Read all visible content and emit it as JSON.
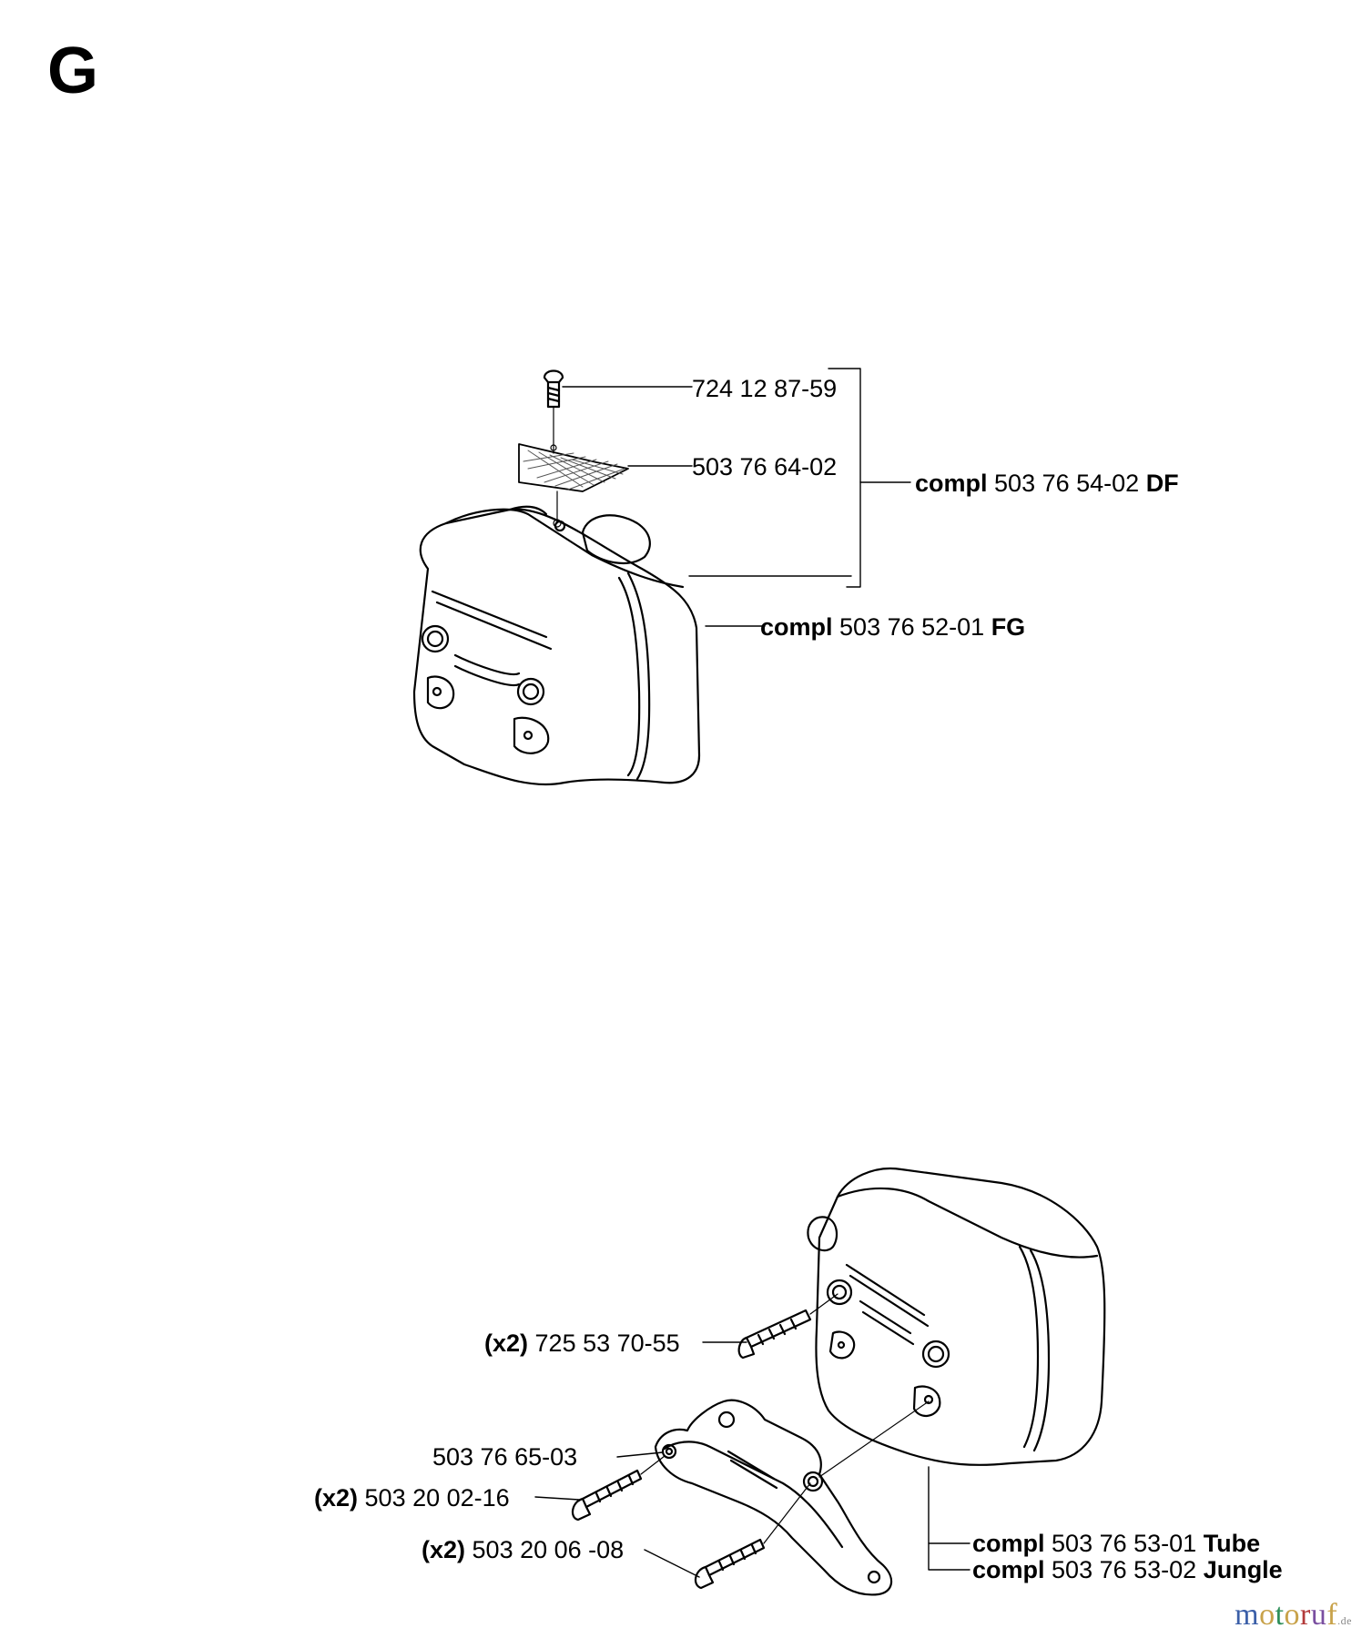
{
  "section_letter": "G",
  "upper_assembly": {
    "screw_part": "724 12 87-59",
    "screen_part": "503 76 64-02",
    "kit_df": {
      "prefix": "compl",
      "number": "503 76 54-02",
      "suffix": "DF"
    },
    "kit_fg": {
      "prefix": "compl",
      "number": "503 76 52-01",
      "suffix": "FG"
    }
  },
  "lower_assembly": {
    "muffler_bolt": {
      "qty": "(x2)",
      "number": "725 53 70-55"
    },
    "bracket_part": "503 76 65-03",
    "bracket_screw_a": {
      "qty": "(x2)",
      "number": "503 20 02-16"
    },
    "bracket_screw_b": {
      "qty": "(x2)",
      "number": "503 20 06 -08"
    },
    "kit_tube": {
      "prefix": "compl",
      "number": "503 76 53-01",
      "suffix": "Tube"
    },
    "kit_jungle": {
      "prefix": "compl",
      "number": "503 76 53-02",
      "suffix": "Jungle"
    }
  },
  "watermark": {
    "brand": "motoruf",
    "tld": ".de"
  },
  "colors": {
    "ink": "#000000",
    "paper": "#ffffff",
    "screen_mesh": "#555555",
    "wm_m": "#3b5fa8",
    "wm_o": "#c8a24a",
    "wm_t": "#2f8f5a",
    "wm_r": "#b33a3a",
    "wm_u": "#7a4fa0",
    "wm_f": "#c8a24a"
  }
}
